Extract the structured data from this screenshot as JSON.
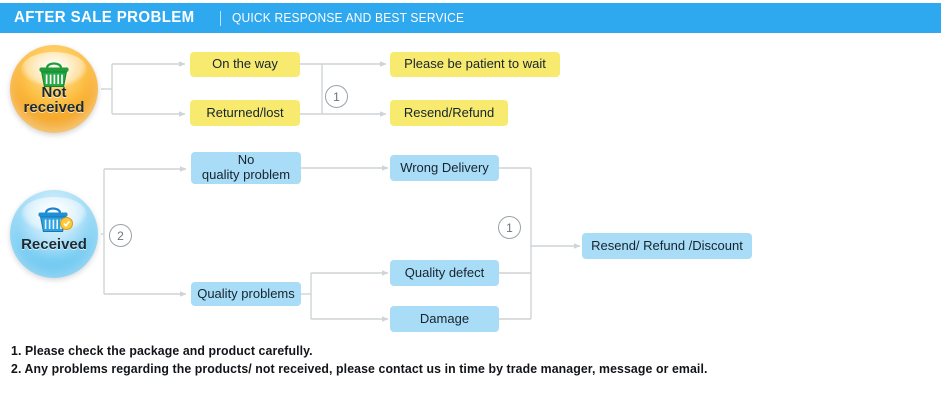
{
  "header": {
    "title": "AFTER SALE PROBLEM",
    "subtitle": "QUICK RESPONSE AND BEST SERVICE",
    "bar_color": "#2ea8ef",
    "text_color": "#ffffff"
  },
  "colors": {
    "yellow_node": "#f8ea6f",
    "blue_node": "#a9dcf6",
    "connector": "#cfd4d6",
    "orange_badge": "#f6a623",
    "blue_badge": "#45b6ec"
  },
  "badges": [
    {
      "id": "not-received",
      "label": "Not\nreceived",
      "icon": "shopping-basket-icon",
      "style": "orange"
    },
    {
      "id": "received",
      "label": "Received",
      "icon": "shopping-basket-icon",
      "style": "blue"
    }
  ],
  "markers": [
    {
      "id": "marker-top-1",
      "label": "1"
    },
    {
      "id": "marker-received-2",
      "label": "2"
    },
    {
      "id": "marker-bottom-1",
      "label": "1"
    }
  ],
  "flow_not_received": {
    "stage1": [
      {
        "id": "on-the-way",
        "label": "On the way"
      },
      {
        "id": "returned-lost",
        "label": "Returned/lost"
      }
    ],
    "stage2": [
      {
        "id": "please-be-patient",
        "label": "Please be patient to wait"
      },
      {
        "id": "resend-refund",
        "label": "Resend/Refund"
      }
    ]
  },
  "flow_received": {
    "stage1": [
      {
        "id": "no-quality-problem",
        "label": "No\nquality problem"
      },
      {
        "id": "quality-problems",
        "label": "Quality problems"
      }
    ],
    "stage2": [
      {
        "id": "wrong-delivery",
        "label": "Wrong Delivery"
      },
      {
        "id": "quality-defect",
        "label": "Quality defect"
      },
      {
        "id": "damage",
        "label": "Damage"
      }
    ],
    "stage3": [
      {
        "id": "resend-refund-discount",
        "label": "Resend/ Refund /Discount"
      }
    ]
  },
  "footer": {
    "lines": [
      "1. Please check the package and product carefully.",
      "2. Any problems regarding the products/ not received, please contact us in time by trade manager, message or email."
    ]
  }
}
